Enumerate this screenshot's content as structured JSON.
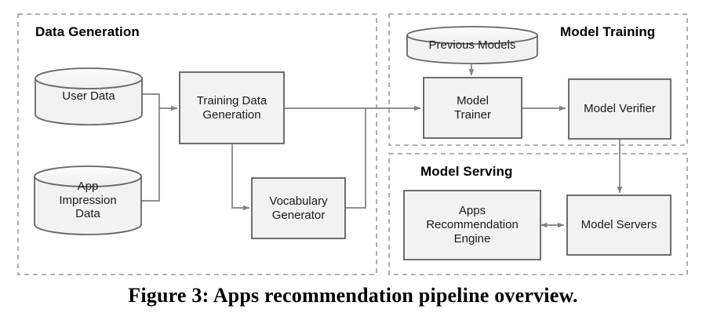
{
  "figure": {
    "caption": "Figure 3: Apps recommendation pipeline overview."
  },
  "style": {
    "node_fill": "#f2f2f2",
    "node_stroke": "#666666",
    "panel_stroke": "#999999",
    "connector_stroke": "#808080",
    "text_color": "#1a1a1a",
    "background": "#ffffff"
  },
  "panels": [
    {
      "id": "data-generation",
      "title": "Data Generation",
      "title_align": "left"
    },
    {
      "id": "model-training",
      "title": "Model Training",
      "title_align": "right"
    },
    {
      "id": "model-serving",
      "title": "Model Serving",
      "title_align": "left"
    }
  ],
  "nodes": [
    {
      "id": "user-data",
      "label": "User Data",
      "shape": "cylinder",
      "panel": "data-generation"
    },
    {
      "id": "app-impression",
      "label": "App\nImpression\nData",
      "shape": "cylinder",
      "panel": "data-generation"
    },
    {
      "id": "training-data-generation",
      "label": "Training Data\nGeneration",
      "shape": "box",
      "panel": "data-generation"
    },
    {
      "id": "vocabulary-generator",
      "label": "Vocabulary\nGenerator",
      "shape": "box",
      "panel": "data-generation"
    },
    {
      "id": "previous-models",
      "label": "Previous Models",
      "shape": "cylinder",
      "panel": "model-training"
    },
    {
      "id": "model-trainer",
      "label": "Model\nTrainer",
      "shape": "box",
      "panel": "model-training"
    },
    {
      "id": "model-verifier",
      "label": "Model Verifier",
      "shape": "box",
      "panel": "model-training"
    },
    {
      "id": "apps-recommendation-engine",
      "label": "Apps\nRecommendation\nEngine",
      "shape": "box",
      "panel": "model-serving"
    },
    {
      "id": "model-servers",
      "label": "Model Servers",
      "shape": "box",
      "panel": "model-serving"
    }
  ],
  "edges": [
    {
      "from": "user-data",
      "to": "training-data-generation",
      "arrow": "single"
    },
    {
      "from": "app-impression",
      "to": "training-data-generation",
      "arrow": "single"
    },
    {
      "from": "training-data-generation",
      "to": "vocabulary-generator",
      "arrow": "single"
    },
    {
      "from": "training-data-generation",
      "to": "model-trainer",
      "arrow": "single"
    },
    {
      "from": "vocabulary-generator",
      "to": "model-trainer",
      "arrow": "single"
    },
    {
      "from": "previous-models",
      "to": "model-trainer",
      "arrow": "single"
    },
    {
      "from": "model-trainer",
      "to": "model-verifier",
      "arrow": "single"
    },
    {
      "from": "model-verifier",
      "to": "model-servers",
      "arrow": "single"
    },
    {
      "from": "apps-recommendation-engine",
      "to": "model-servers",
      "arrow": "double"
    }
  ]
}
